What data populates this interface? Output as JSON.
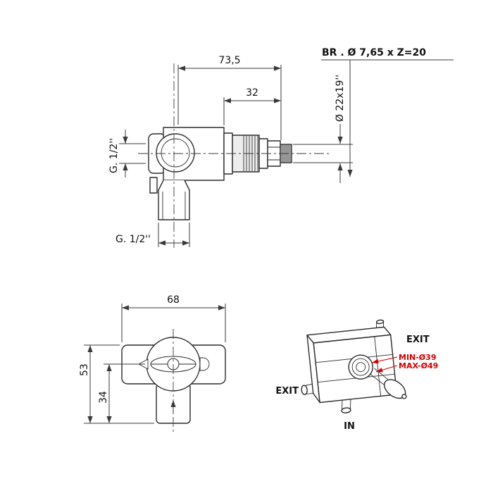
{
  "top_view": {
    "dim_width_total": "73,5",
    "dim_width_cartridge": "32",
    "spline_spec": "BR . Ø 7,65 x Z=20",
    "stem_dim": "Ø 22x19''",
    "thread_left": "G. 1/2''",
    "thread_bottom": "G. 1/2''"
  },
  "front_view": {
    "dim_width": "68",
    "dim_height_total": "53",
    "dim_height_lower": "34"
  },
  "installation_view": {
    "exit_top": "EXIT",
    "exit_left": "EXIT",
    "inlet": "IN",
    "depth_min": "MIN-Ø39",
    "depth_max": "MAX-Ø49"
  },
  "colors": {
    "line": "#2b2b2b",
    "dimension": "#3a3a3a",
    "accent_red": "#d40000",
    "background": "#ffffff"
  }
}
